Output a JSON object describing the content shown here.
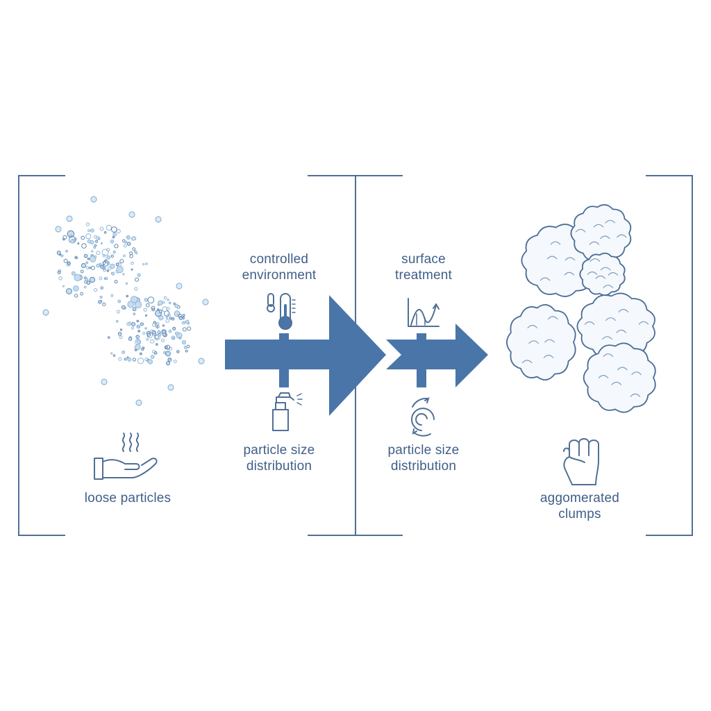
{
  "colors": {
    "primary": "#4a75a8",
    "line": "#4f6f96",
    "particle": "#9ec6e6",
    "clump_fill": "#f5f8fc",
    "clump_stroke": "#4a6d96",
    "text": "#3f5f88"
  },
  "stages": {
    "loose": {
      "label": "loose particles",
      "icon": "hand-with-steam-icon"
    },
    "step1": {
      "top_line1": "controlled",
      "top_line2": "environment",
      "top_icon": "thermometer-icon",
      "bottom_line1": "particle size",
      "bottom_line2": "distribution",
      "bottom_icon": "spray-bottle-icon"
    },
    "step2": {
      "top_line1": "surface",
      "top_line2": "treatment",
      "top_icon": "curve-graph-icon",
      "bottom_line1": "particle size",
      "bottom_line2": "distribution",
      "bottom_icon": "swirl-icon"
    },
    "clumps": {
      "line1": "aggomerated",
      "line2": "clumps",
      "icon": "fist-icon"
    }
  }
}
